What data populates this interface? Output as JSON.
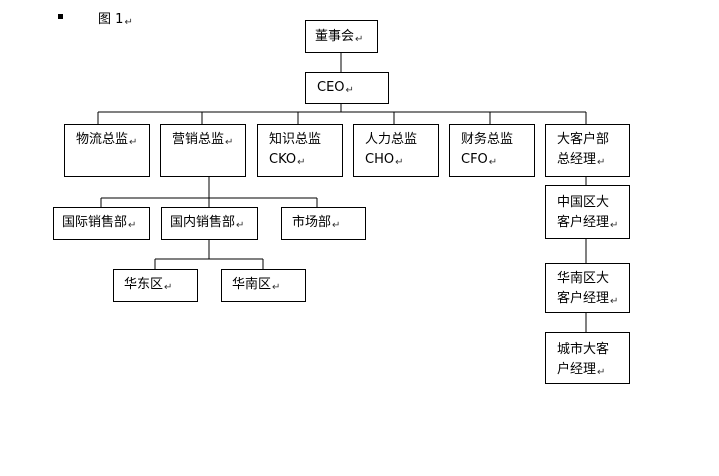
{
  "caption": {
    "label": "图",
    "number": "1"
  },
  "paragraph_mark": "↵",
  "nodes": {
    "board": "董事会",
    "ceo": "CEO",
    "logistics": "物流总监",
    "marketing": "营销总监",
    "cko_l1": "知识总监",
    "cko_l2": "CKO",
    "cho_l1": "人力总监",
    "cho_l2": "CHO",
    "cfo_l1": "财务总监",
    "cfo_l2": "CFO",
    "ka_l1": "大客户部",
    "ka_l2": "总经理",
    "intl_sales": "国际销售部",
    "dom_sales": "国内销售部",
    "market_dept": "市场部",
    "east_china": "华东区",
    "south_china": "华南区",
    "central_l1": "中国区大",
    "central_l2": "客户经理",
    "southka_l1": "华南区大",
    "southka_l2": "客户经理",
    "city_l1": "城市大客",
    "city_l2": "户经理"
  }
}
